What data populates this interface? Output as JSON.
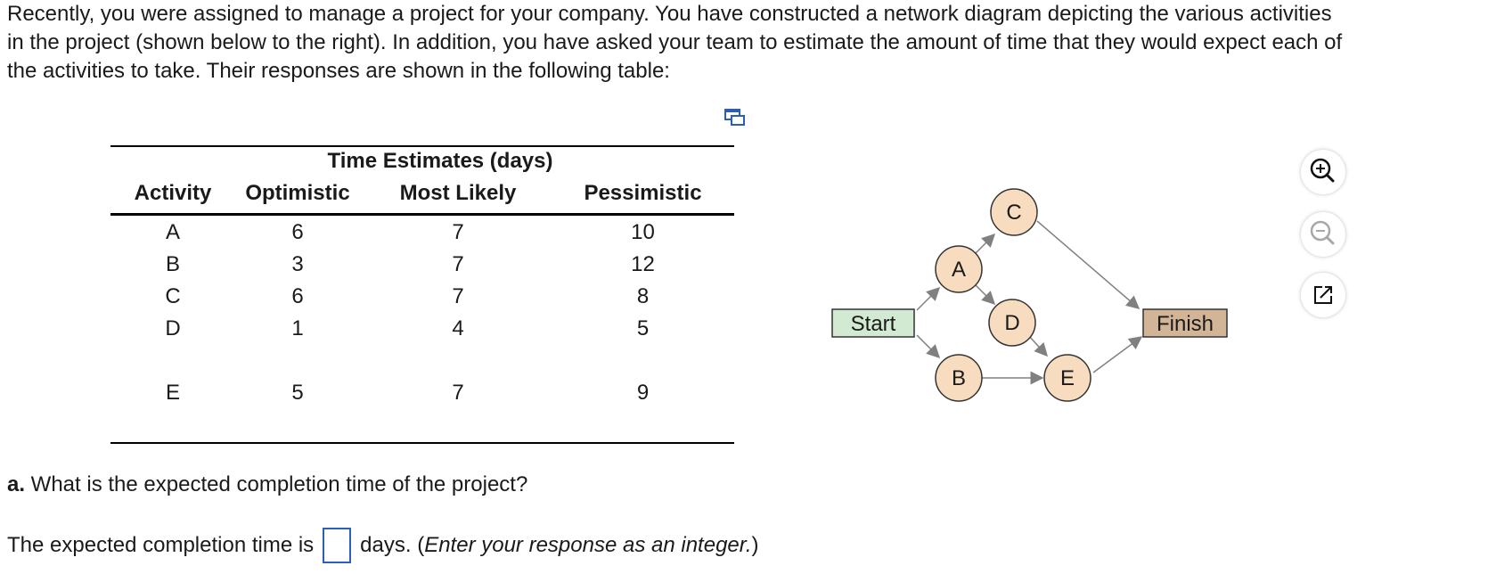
{
  "intro": {
    "line1": "Recently, you were assigned to manage a project for your company. You have constructed a network diagram depicting the various activities",
    "line2": "in the project (shown below to the right). In addition, you have asked your team to estimate the amount of time that they would expect each of",
    "line3": "the activities to take. Their responses are shown in the following table:"
  },
  "table": {
    "group_header": "Time Estimates (days)",
    "columns": [
      "Activity",
      "Optimistic",
      "Most Likely",
      "Pessimistic"
    ],
    "rows": [
      [
        "A",
        "6",
        "7",
        "10"
      ],
      [
        "B",
        "3",
        "7",
        "12"
      ],
      [
        "C",
        "6",
        "7",
        "8"
      ],
      [
        "D",
        "1",
        "4",
        "5"
      ],
      [
        "E",
        "5",
        "7",
        "9"
      ]
    ]
  },
  "diagram": {
    "start_label": "Start",
    "finish_label": "Finish",
    "nodes": [
      "A",
      "B",
      "C",
      "D",
      "E"
    ],
    "edges": [
      [
        "Start",
        "A"
      ],
      [
        "Start",
        "B"
      ],
      [
        "A",
        "C"
      ],
      [
        "A",
        "D"
      ],
      [
        "C",
        "Finish"
      ],
      [
        "D",
        "E"
      ],
      [
        "B",
        "E"
      ],
      [
        "E",
        "Finish"
      ]
    ],
    "colors": {
      "node_fill": "#f8dcbf",
      "start_fill": "#d2ead2",
      "finish_fill": "#d1b596",
      "edge": "#808080"
    }
  },
  "tools": {
    "zoom_in": "zoom-in-icon",
    "zoom_out": "zoom-out-icon",
    "popout": "popout-icon"
  },
  "question": {
    "label": "a.",
    "text": " What is the expected completion time of the project?"
  },
  "answer": {
    "prefix": "The expected completion time is",
    "after_box": "days. (",
    "instruction": "Enter your response as an integer.",
    "closing": ")",
    "value": ""
  },
  "accent_color": "#2b5fb7"
}
